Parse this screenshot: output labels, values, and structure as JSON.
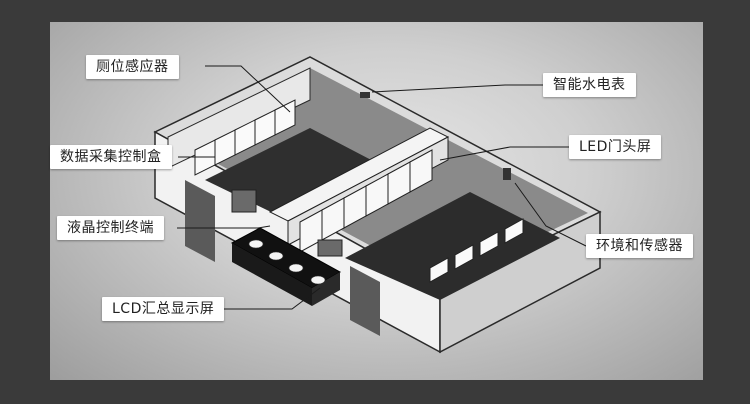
{
  "diagram": {
    "labels": {
      "toilet_sensor": "厕位感应器",
      "smart_meter": "智能水电表",
      "data_box": "数据采集控制盒",
      "led_screen": "LED门头屏",
      "lcd_terminal": "液晶控制终端",
      "env_sensor": "环境和传感器",
      "lcd_display": "LCD汇总显示屏"
    },
    "colors": {
      "background": "#3a3a3a",
      "label_bg": "#ffffff",
      "leader_line": "#1a1a1a"
    }
  }
}
